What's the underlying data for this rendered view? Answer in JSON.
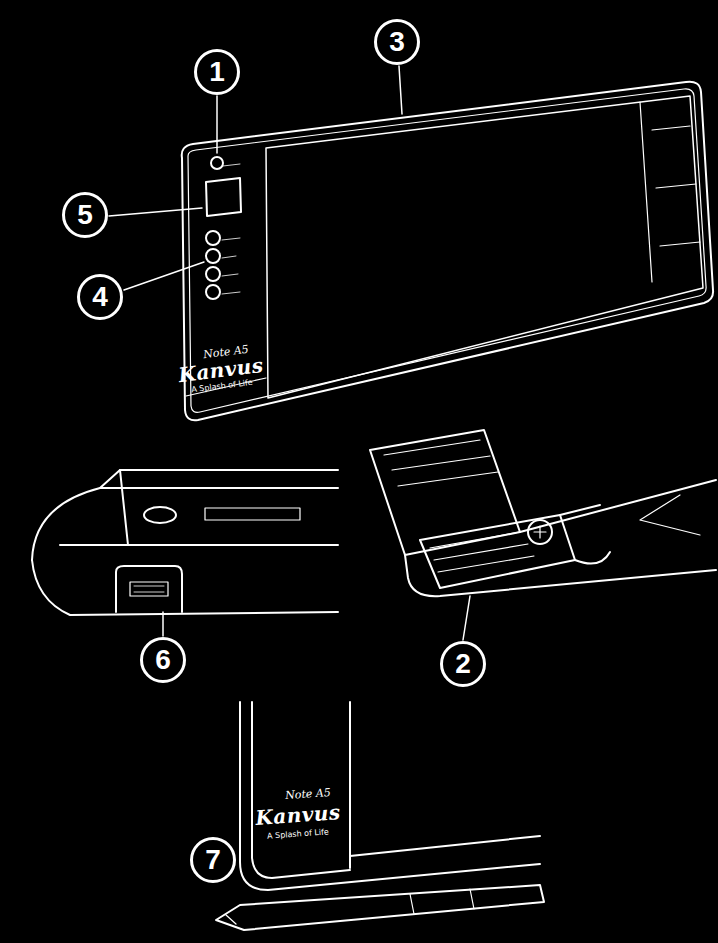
{
  "diagram": {
    "labels": [
      "1",
      "2",
      "3",
      "4",
      "5",
      "6",
      "7",
      "Note A5",
      "Kanvus",
      "A Splash of Life",
      "Note A5",
      "Kanvus",
      "A Splash of Life"
    ]
  }
}
